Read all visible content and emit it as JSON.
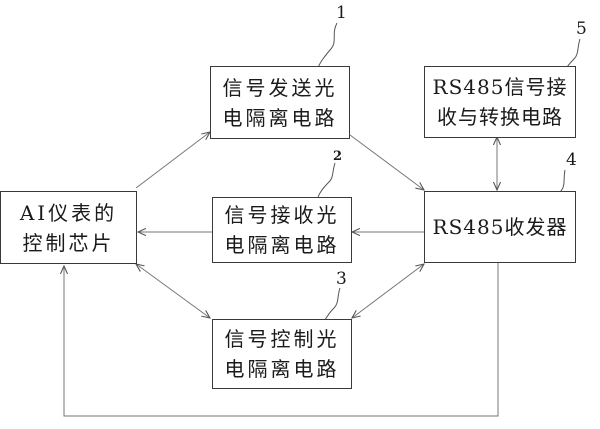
{
  "blocks": {
    "ai_chip": {
      "lines": [
        "AI仪表的",
        "控制芯片"
      ]
    },
    "tx_opto": {
      "lines": [
        "信号发送光",
        "电隔离电路"
      ],
      "ref": "1"
    },
    "rx_opto": {
      "lines": [
        "信号接收光",
        "电隔离电路"
      ],
      "ref": "2"
    },
    "ctl_opto": {
      "lines": [
        "信号控制光",
        "电隔离电路"
      ],
      "ref": "3"
    },
    "rs485_xcvr": {
      "lines": [
        "RS485收发器"
      ],
      "ref": "4"
    },
    "rs485_conv": {
      "lines": [
        "RS485信号接",
        "收与转换电路"
      ],
      "ref": "5"
    }
  }
}
